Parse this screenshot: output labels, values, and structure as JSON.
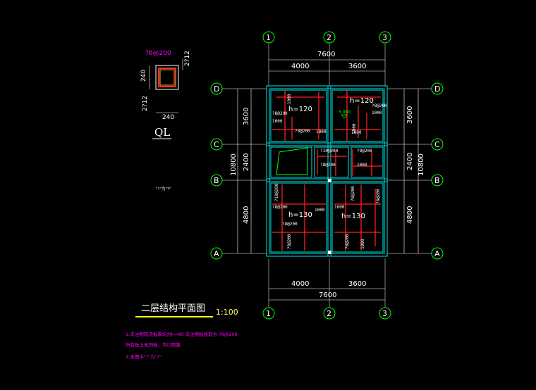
{
  "drawing": {
    "title": "二层结构平面图",
    "scale": "1:100",
    "notes": [
      "1.未注明现浇板厚均为h=80 未注明板底筋为 ?8@200",
      "所有板上无洞者，均以图集",
      "2.未图中\"?\"为\"?\""
    ],
    "small_center_note": "\"?\"为\"?\""
  },
  "axes": {
    "columns": [
      "1",
      "2",
      "3"
    ],
    "rows": [
      "D",
      "C",
      "B",
      "A"
    ]
  },
  "dimensions": {
    "top_total": "7600",
    "top_span_1": "4000",
    "top_span_2": "3600",
    "bottom_total": "7600",
    "bottom_span_1": "4000",
    "bottom_span_2": "3600",
    "left_total": "10800",
    "left_dc": "3600",
    "left_cb": "2400",
    "left_ba": "4800",
    "right_total": "10800",
    "right_dc": "3600",
    "right_cb": "2400",
    "right_ba": "4800"
  },
  "ql_detail": {
    "label": "QL",
    "rebar": "?6@200",
    "height": "240",
    "width": "240",
    "top_side": "2?12",
    "bottom_side": "2?12"
  },
  "slabs": {
    "slab_top_left_thickness": "h=120",
    "slab_top_right_thickness": "h=120",
    "slab_bottom_left_thickness": "h=130",
    "slab_bottom_right_thickness": "h=130",
    "elevation": "3.080"
  },
  "rebar_labels": {
    "bar_a": "?8@200",
    "bar_b": "?10@200",
    "len_1000": "1000"
  }
}
